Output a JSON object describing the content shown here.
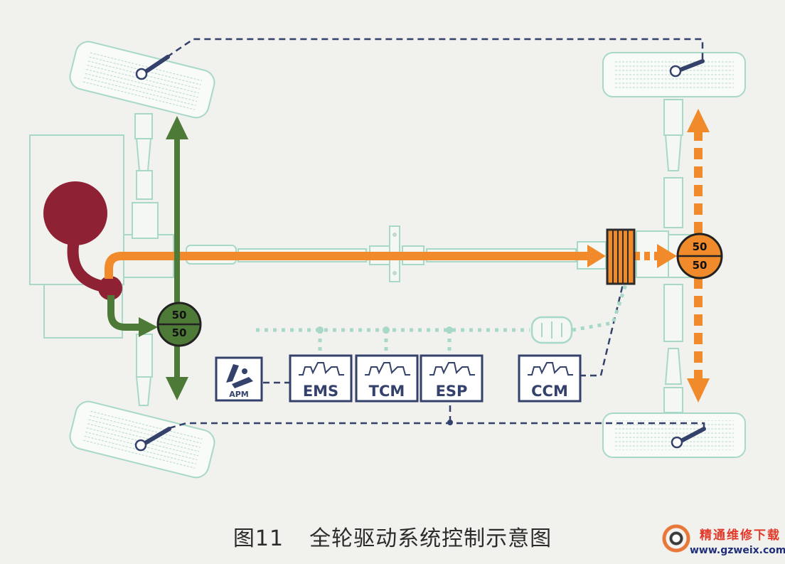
{
  "diagram": {
    "modules": {
      "apm": "APM",
      "ems": "EMS",
      "tcm": "TCM",
      "esp": "ESP",
      "ccm": "CCM"
    },
    "front_split": {
      "top": "50",
      "bottom": "50"
    },
    "rear_split": {
      "top": "50",
      "bottom": "50"
    },
    "colors": {
      "front_torque": "#4e7a38",
      "rear_torque": "#f08a2a",
      "engine": "#8e2133",
      "signal_dashed": "#33416b",
      "network_dotted": "#a8d8c8",
      "outline": "#a8d8c8"
    }
  },
  "caption": {
    "figure_no": "图11",
    "title": "全轮驱动系统控制示意图"
  },
  "watermark": {
    "title": "精通维修下载",
    "url": "www.gzweix.com"
  }
}
